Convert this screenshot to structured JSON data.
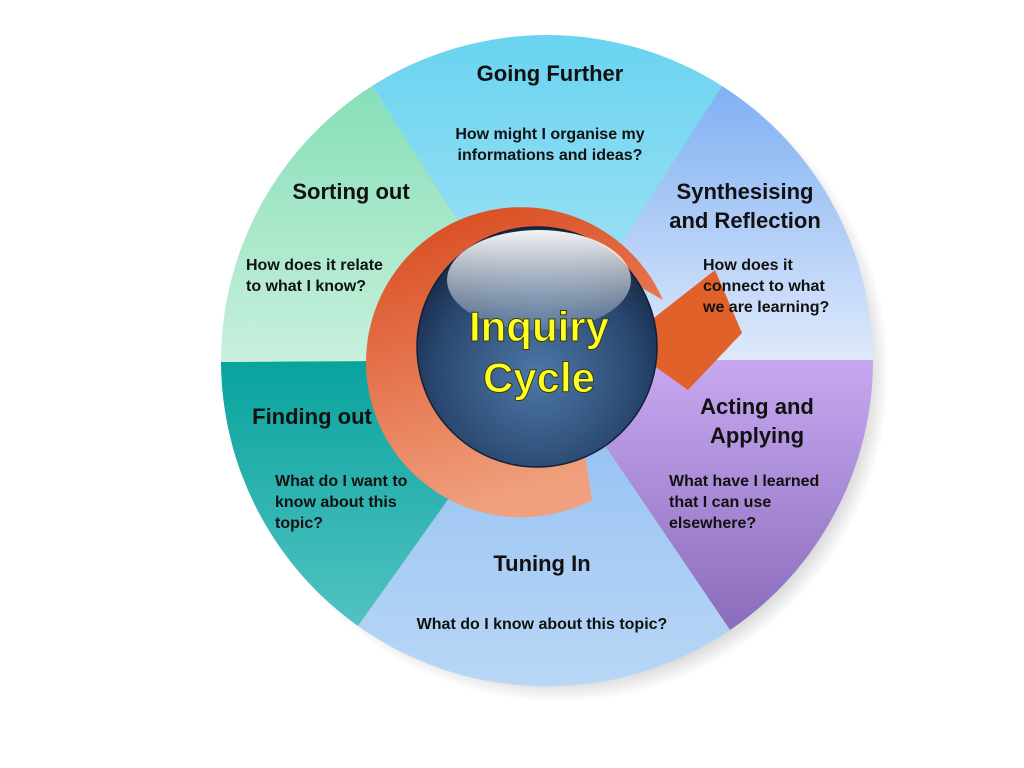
{
  "center": {
    "title_line1": "Inquiry",
    "title_line2": "Cycle"
  },
  "segments": {
    "going_further": {
      "title": "Going Further",
      "question": [
        "How might I organise my",
        "informations and ideas?"
      ]
    },
    "synthesising": {
      "title": [
        "Synthesising",
        "and Reflection"
      ],
      "question": [
        "How does it",
        "connect to what",
        "we are learning?"
      ]
    },
    "acting": {
      "title": [
        "Acting and",
        "Applying"
      ],
      "question": [
        "What have I learned",
        "that I can use",
        "elsewhere?"
      ]
    },
    "tuning_in": {
      "title": "Tuning In",
      "question": [
        "What do I know about this topic?"
      ]
    },
    "finding_out": {
      "title": "Finding out",
      "question": [
        "What do I want to",
        "know about this",
        "topic?"
      ]
    },
    "sorting_out": {
      "title": "Sorting out",
      "question": [
        "How does it relate",
        "to what I know?"
      ]
    }
  },
  "colors": {
    "going_further": "#7dd6f0",
    "synthesising": "#a3c6f7",
    "acting": "#a98ad4",
    "tuning_in": "#9ec6f2",
    "finding_out": "#22a7a4",
    "sorting_out": "#a7e6c8",
    "arrow": "#e0622a",
    "center": "#2e4d78",
    "center_text": "#ffff22"
  }
}
